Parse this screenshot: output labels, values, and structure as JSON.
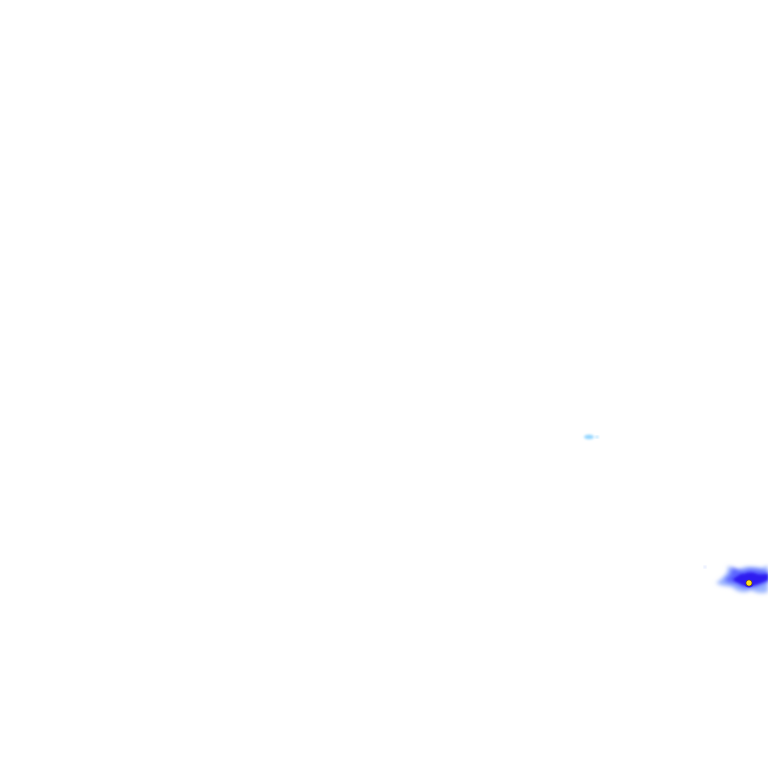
{
  "map": {
    "background_color": "#ffffff",
    "palette": {
      "faint": "#8fd4ff",
      "light": "#9ab4ff",
      "medium": "#5a64ff",
      "strong": "#2f1ff0",
      "peak": "#ffe11a"
    },
    "blobs": [
      {
        "id": "faint-speck",
        "intensity": "faint"
      },
      {
        "id": "main-cluster",
        "intensity": "peak"
      }
    ]
  }
}
